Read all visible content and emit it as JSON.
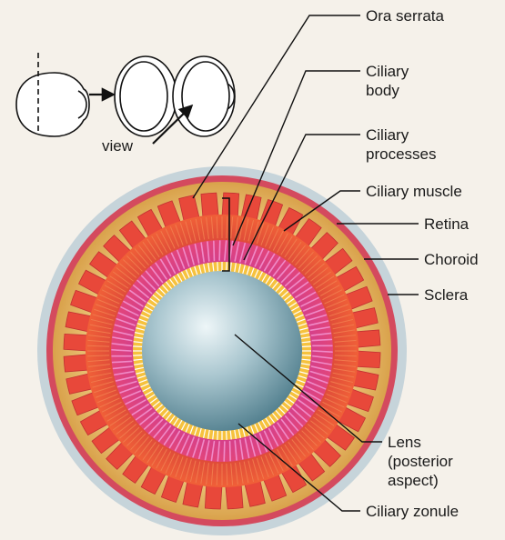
{
  "inset": {
    "view_label": "view"
  },
  "labels": {
    "ora_serrata": "Ora serrata",
    "ciliary_body": [
      "Ciliary",
      "body"
    ],
    "ciliary_processes": [
      "Ciliary",
      "processes"
    ],
    "ciliary_muscle": "Ciliary muscle",
    "retina": "Retina",
    "choroid": "Choroid",
    "sclera": "Sclera",
    "lens": [
      "Lens",
      "(posterior",
      "aspect)"
    ],
    "ciliary_zonule": "Ciliary zonule"
  },
  "colors": {
    "background": "#f5f1ea",
    "sclera": "#c6d4da",
    "choroid": "#d44a5e",
    "retina": "#e6b764",
    "ora_serrata_band": "#e4442f",
    "ciliary_processes": "#d0408e",
    "ciliary_zonule": "#f6c23e",
    "lens": "#7ea6b3"
  }
}
